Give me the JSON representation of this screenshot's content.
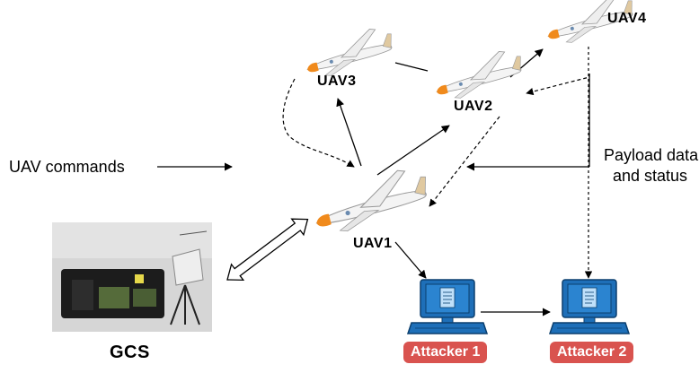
{
  "labels": {
    "uav1": "UAV1",
    "uav2": "UAV2",
    "uav3": "UAV3",
    "uav4": "UAV4",
    "gcs": "GCS",
    "uav_commands": "UAV commands",
    "payload_line1": "Payload data",
    "payload_line2": "and status",
    "attacker1": "Attacker 1",
    "attacker2": "Attacker 2"
  },
  "colors": {
    "uav_body": "#f3f3f3",
    "uav_accent": "#f08a1c",
    "attacker_badge": "#d9534f",
    "computer": "#1e6fb8",
    "arrow": "#000000"
  }
}
